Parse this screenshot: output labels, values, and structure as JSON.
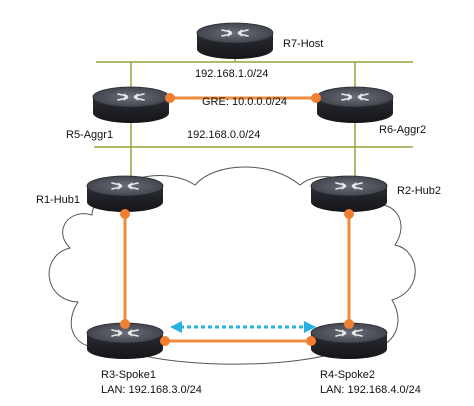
{
  "colors": {
    "background": "#ffffff",
    "bus_line": "#9aa23a",
    "orange_link": "#ee8a3a",
    "orange_dot": "#f07f32",
    "dashed_link": "#2ab0e0",
    "cloud_stroke": "#555555",
    "router_top": "#4a4d56",
    "router_body": "#1e1f24"
  },
  "icons": {
    "router": "router-icon",
    "cloud": "cloud-icon"
  },
  "routers": [
    {
      "id": "r7",
      "label": "R7-Host"
    },
    {
      "id": "r5",
      "label": "R5-Aggr1"
    },
    {
      "id": "r6",
      "label": "R6-Aggr2"
    },
    {
      "id": "r1",
      "label": "R1-Hub1"
    },
    {
      "id": "r2",
      "label": "R2-Hub2"
    },
    {
      "id": "r3",
      "label": "R3-Spoke1",
      "lan": "LAN: 192.168.3.0/24"
    },
    {
      "id": "r4",
      "label": "R4-Spoke2",
      "lan": "LAN: 192.168.4.0/24"
    }
  ],
  "networks": {
    "top_bus": "192.168.1.0/24",
    "mid_bus": "192.168.0.0/24",
    "gre": "GRE: 10.0.0.0/24"
  }
}
